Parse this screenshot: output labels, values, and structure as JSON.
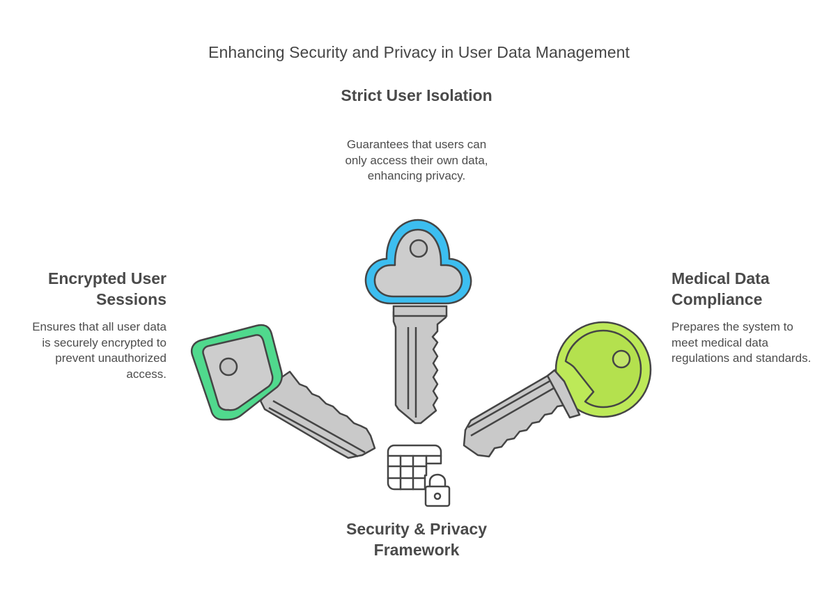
{
  "title": "Enhancing Security and Privacy in User Data Management",
  "top": {
    "heading": "Strict User Isolation",
    "description": "Guarantees that users can only access their own data, enhancing privacy."
  },
  "left": {
    "heading": "Encrypted User Sessions",
    "description": "Ensures that all user data is securely encrypted to prevent unauthorized access."
  },
  "right": {
    "heading": "Medical Data Compliance",
    "description": "Prepares the system to meet medical data regulations and standards."
  },
  "bottom": {
    "heading": "Security & Privacy Framework"
  },
  "colors": {
    "top_key": "#3bbff0",
    "left_key": "#4fdb8e",
    "right_key": "#b8ea52",
    "key_blade": "#c7c7c7",
    "outline": "#454545"
  },
  "icons": {
    "top": "cloud-key-icon",
    "left": "square-key-icon",
    "right": "round-key-icon",
    "bottom": "locked-table-icon"
  }
}
